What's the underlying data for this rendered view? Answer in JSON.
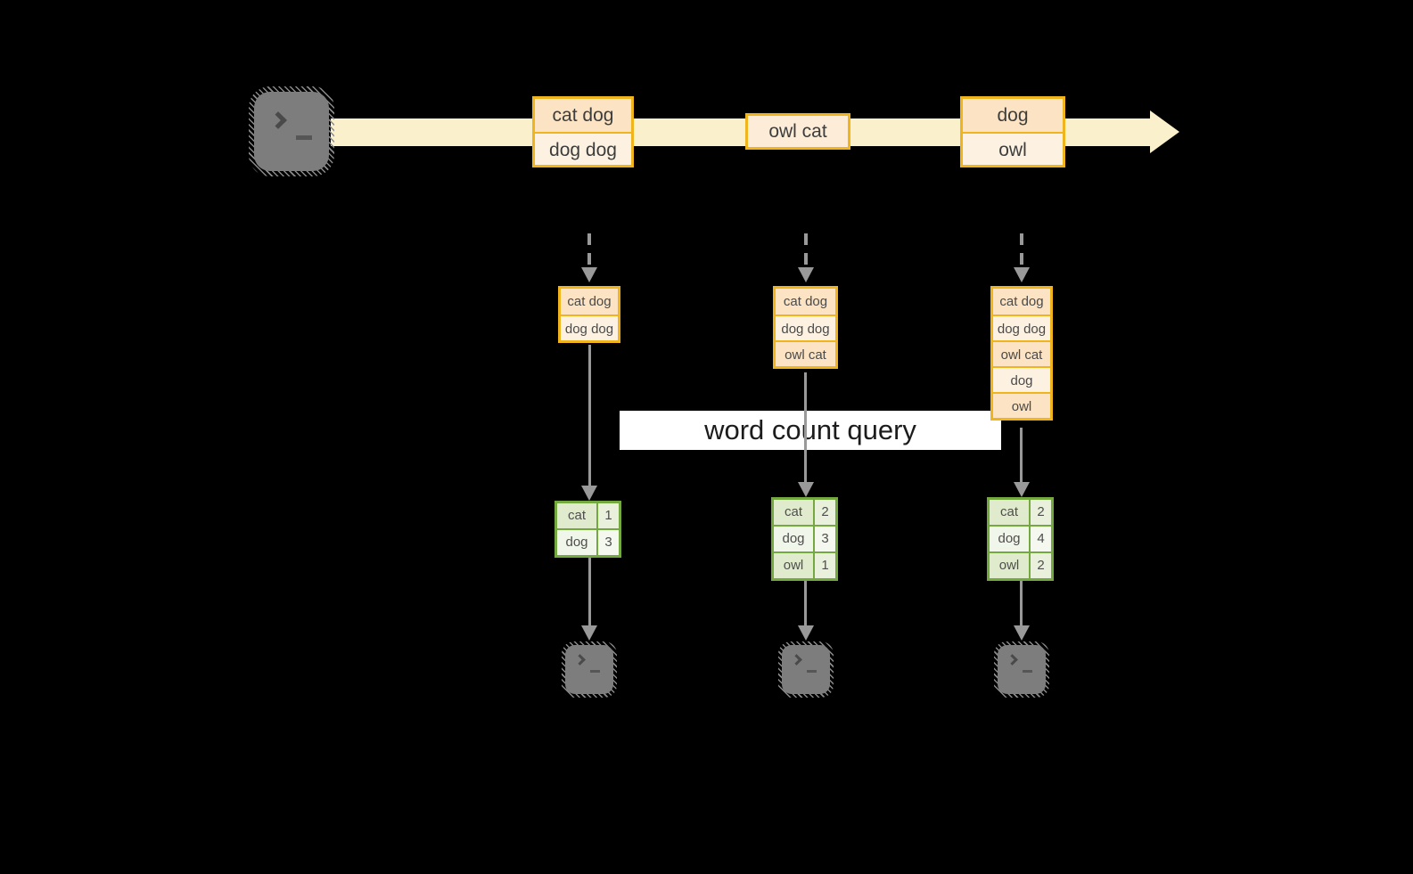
{
  "query": {
    "label": "word count query"
  },
  "stream": {
    "events": [
      {
        "cells": [
          "cat dog",
          "dog dog"
        ]
      },
      {
        "cells": [
          "owl cat"
        ]
      },
      {
        "cells": [
          "dog",
          "owl"
        ]
      }
    ]
  },
  "columns": [
    {
      "buffer": [
        "cat dog",
        "dog dog"
      ],
      "counts": [
        {
          "word": "cat",
          "n": "1"
        },
        {
          "word": "dog",
          "n": "3"
        }
      ]
    },
    {
      "buffer": [
        "cat dog",
        "dog dog",
        "owl cat"
      ],
      "counts": [
        {
          "word": "cat",
          "n": "2"
        },
        {
          "word": "dog",
          "n": "3"
        },
        {
          "word": "owl",
          "n": "1"
        }
      ]
    },
    {
      "buffer": [
        "cat dog",
        "dog dog",
        "owl cat",
        "dog",
        "owl"
      ],
      "counts": [
        {
          "word": "cat",
          "n": "2"
        },
        {
          "word": "dog",
          "n": "4"
        },
        {
          "word": "owl",
          "n": "2"
        }
      ]
    }
  ],
  "icons": {
    "source": "terminal-prompt-icon",
    "sinks": [
      "terminal-prompt-icon",
      "terminal-prompt-icon",
      "terminal-prompt-icon"
    ]
  },
  "colors": {
    "background": "#000000",
    "stream_fill": "#faf0cb",
    "event_border": "#f0b41c",
    "event_fill_dark": "#fbe3c3",
    "event_fill_light": "#fdf2e2",
    "table_border": "#73a93e",
    "table_fill_dark": "#e0ebcd",
    "table_fill_light": "#f1f6ea",
    "connector_gray": "#999999",
    "terminal_gray": "#7d7d7d",
    "query_band_bg": "#ffffff",
    "query_text": "#1c1c1c"
  }
}
